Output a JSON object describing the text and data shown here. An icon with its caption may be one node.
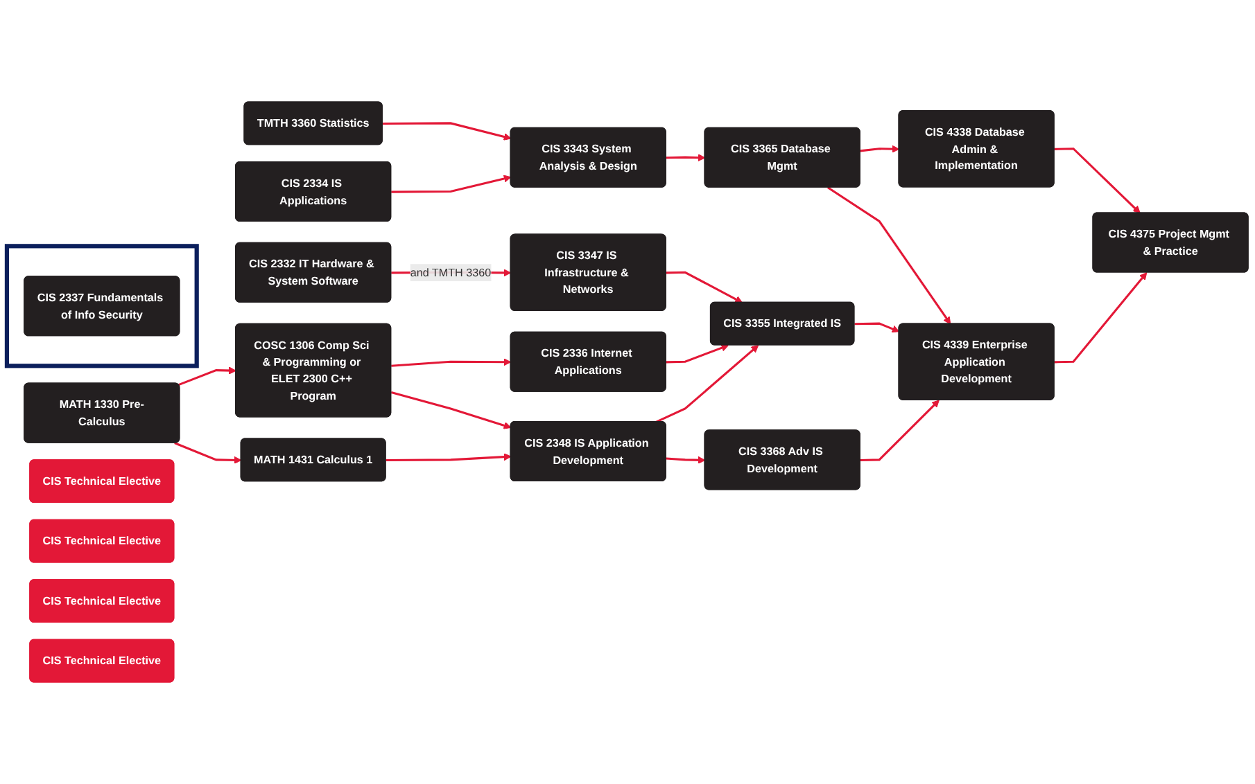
{
  "diagram": {
    "nodes": [
      {
        "text": [
          "TMTH 3360 Statistics"
        ]
      },
      {
        "text": [
          "CIS 2334 IS Applications"
        ]
      },
      {
        "text": [
          "CIS 3343 System Analysis & Design"
        ]
      },
      {
        "text": [
          "CIS 3365 Database Mgmt"
        ]
      },
      {
        "text": [
          "CIS 4338 Database Admin & Implementation"
        ]
      },
      {
        "text": [
          "CIS 2332 IT Hardware & System Software"
        ]
      },
      {
        "text": [
          "CIS 3347 IS Infrastructure & Networks"
        ]
      },
      {
        "text": [
          "CIS 3355 Integrated IS"
        ]
      },
      {
        "text": [
          "CIS 4375 Project Mgmt & Practice"
        ]
      },
      {
        "text": [
          "COSC 1306 Comp Sci & Programming or ELET 2300 C++ Program"
        ]
      },
      {
        "text": [
          "CIS 2336 Internet Applications"
        ]
      },
      {
        "text": [
          "MATH 1330 Pre-Calculus"
        ]
      },
      {
        "text": [
          "MATH 1431 Calculus 1"
        ]
      },
      {
        "text": [
          "CIS 2348 IS Application Development"
        ]
      },
      {
        "text": [
          "CIS 3368 Adv IS Development"
        ]
      },
      {
        "text": [
          "CIS 4339 Enterprise Application Development"
        ]
      },
      {
        "text": [
          "CIS Technical Elective"
        ]
      },
      {
        "text": [],
        "shape": "box"
      },
      {
        "text": [
          "CIS 2337 Fundamentals of Info Security"
        ],
        "in": 17
      },
      {
        "text": [
          "CIS Technical Elective"
        ]
      },
      {
        "text": [
          "CIS Technical Elective"
        ]
      },
      {
        "text": [
          "CIS Technical Elective"
        ]
      }
    ],
    "edges": [
      {
        "from": 0,
        "to": 2,
        "arrow": "to"
      },
      {
        "from": 1,
        "to": 2,
        "arrow": "to"
      },
      {
        "from": 2,
        "to": 3,
        "arrow": "to"
      },
      {
        "from": 3,
        "to": 4,
        "arrow": "to"
      },
      {
        "from": 4,
        "to": 8,
        "arrow": "to"
      },
      {
        "from": 5,
        "to": 6,
        "label": "and TMTH 3360",
        "arrow": "to"
      },
      {
        "from": 6,
        "to": 7,
        "arrow": "to"
      },
      {
        "from": 10,
        "to": 7,
        "arrow": "to"
      },
      {
        "from": 13,
        "to": 7,
        "arrow": "to"
      },
      {
        "from": 3,
        "to": 15,
        "arrow": "to"
      },
      {
        "from": 7,
        "to": 15,
        "arrow": "to"
      },
      {
        "from": 9,
        "to": 10,
        "arrow": "to"
      },
      {
        "from": 9,
        "to": 13,
        "arrow": "to"
      },
      {
        "from": 11,
        "to": 9,
        "arrow": "to"
      },
      {
        "from": 11,
        "to": 12,
        "arrow": "to"
      },
      {
        "from": 12,
        "to": 13,
        "arrow": "to"
      },
      {
        "from": 13,
        "to": 14,
        "arrow": "to"
      },
      {
        "from": 14,
        "to": 15,
        "arrow": "to"
      },
      {
        "from": 15,
        "to": 8,
        "arrow": "to"
      }
    ]
  }
}
